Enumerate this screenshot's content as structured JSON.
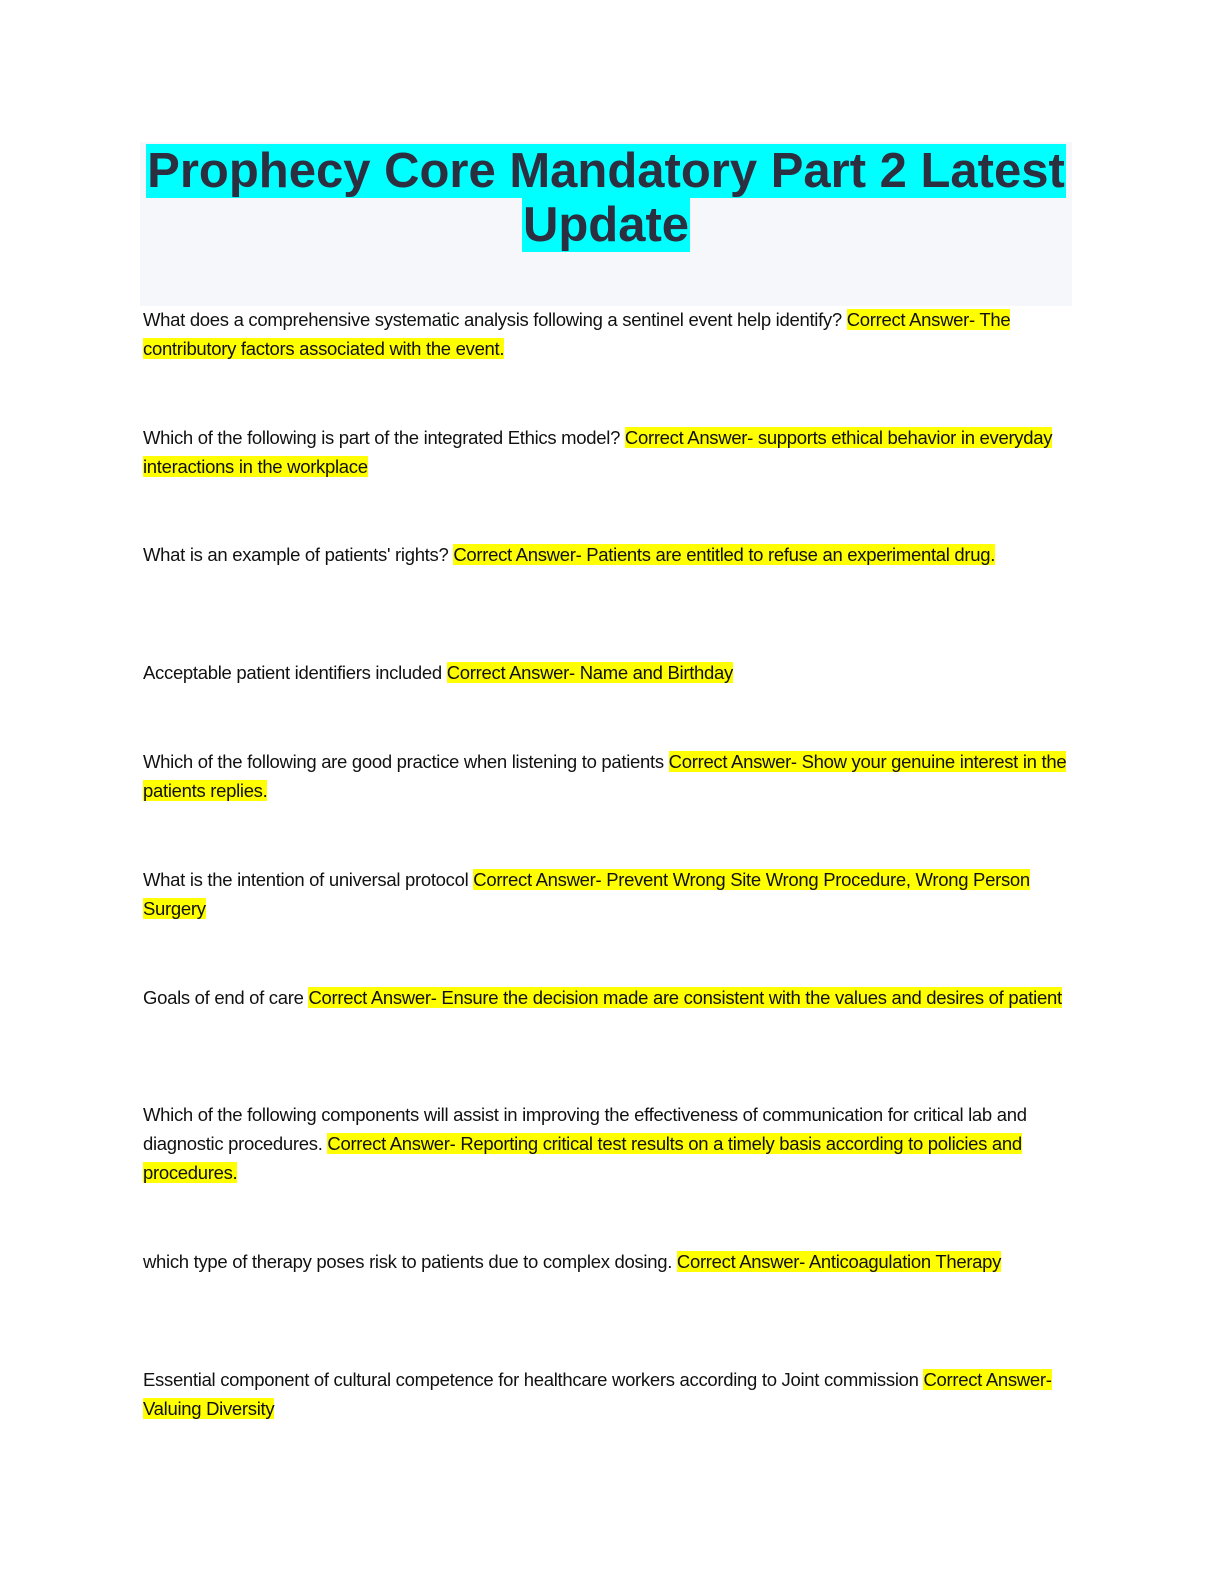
{
  "document": {
    "title": "Prophecy Core Mandatory Part 2 Latest Update",
    "colors": {
      "title_highlight": "#00ffff",
      "title_box_background": "#f6f7fa",
      "title_text": "#2b2f3f",
      "answer_highlight": "#ffff00"
    },
    "items": [
      {
        "question": "What does a comprehensive systematic analysis following a sentinel event help identify? ",
        "answer": "Correct Answer- The contributory factors associated with the event."
      },
      {
        "question": "Which of the following is part of the integrated Ethics model? ",
        "answer": "Correct Answer- supports ethical behavior in everyday interactions in the workplace"
      },
      {
        "question": "What is an example of patients' rights? ",
        "answer": "Correct Answer- Patients are entitled to refuse an experimental drug."
      },
      {
        "question": "Acceptable patient identifiers included ",
        "answer": "Correct Answer- Name and Birthday"
      },
      {
        "question": "Which of the following are good practice when listening to patients ",
        "answer": "Correct Answer- Show your genuine interest in the patients replies."
      },
      {
        "question": "What is the intention of universal protocol ",
        "answer": "Correct Answer- Prevent Wrong Site Wrong Procedure, Wrong Person Surgery"
      },
      {
        "question": "Goals of end of care ",
        "answer": "Correct Answer- Ensure the decision made are consistent with the values and desires of patient"
      },
      {
        "question": "Which of the following components will assist in improving the effectiveness of communication for critical lab and diagnostic procedures. ",
        "answer": "Correct Answer- Reporting critical test results on a timely basis according to policies and procedures."
      },
      {
        "question": "which type of therapy poses risk to patients due to complex dosing. ",
        "answer": "Correct Answer- Anticoagulation Therapy"
      },
      {
        "question": "Essential component of cultural competence for healthcare workers according to Joint commission ",
        "answer": "Correct Answer- Valuing Diversity"
      }
    ]
  }
}
